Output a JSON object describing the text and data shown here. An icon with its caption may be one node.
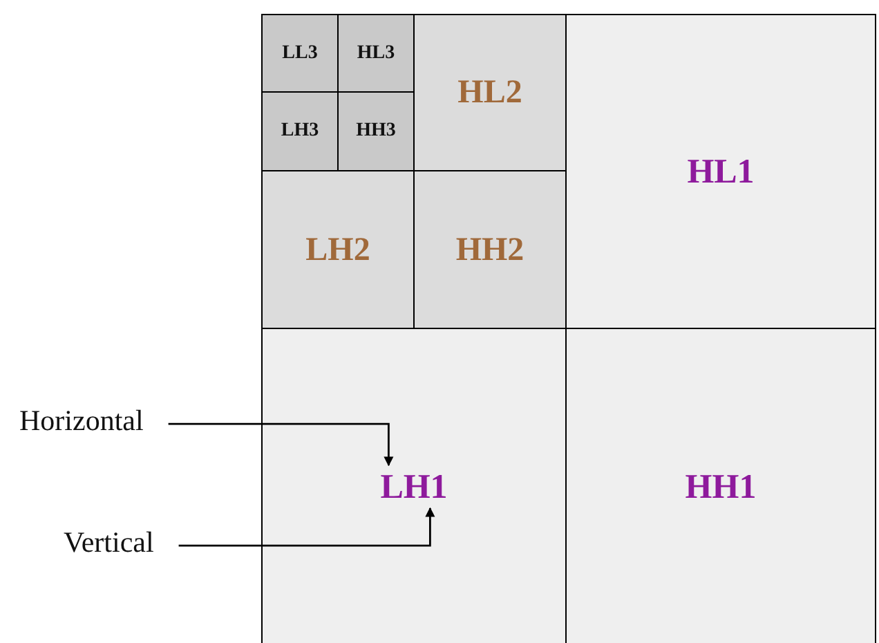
{
  "diagram": {
    "nodes": [
      {
        "text": [
          "LL3"
        ]
      },
      {
        "text": [
          "HL3"
        ]
      },
      {
        "text": [
          "LH3"
        ]
      },
      {
        "text": [
          "HH3"
        ]
      },
      {
        "text": [
          "HL2"
        ]
      },
      {
        "text": [
          "LH2"
        ]
      },
      {
        "text": [
          "HH2"
        ]
      },
      {
        "text": [
          "HL1"
        ]
      },
      {
        "text": [
          "Horizontal"
        ]
      },
      {
        "text": [
          "LH1"
        ]
      },
      {
        "text": [
          "HH1"
        ]
      },
      {
        "text": [
          "Vertical"
        ]
      }
    ],
    "edges": [
      {
        "from": 8,
        "to": 9,
        "arrow": "to"
      },
      {
        "from": 11,
        "to": 9,
        "arrow": "to"
      }
    ]
  }
}
